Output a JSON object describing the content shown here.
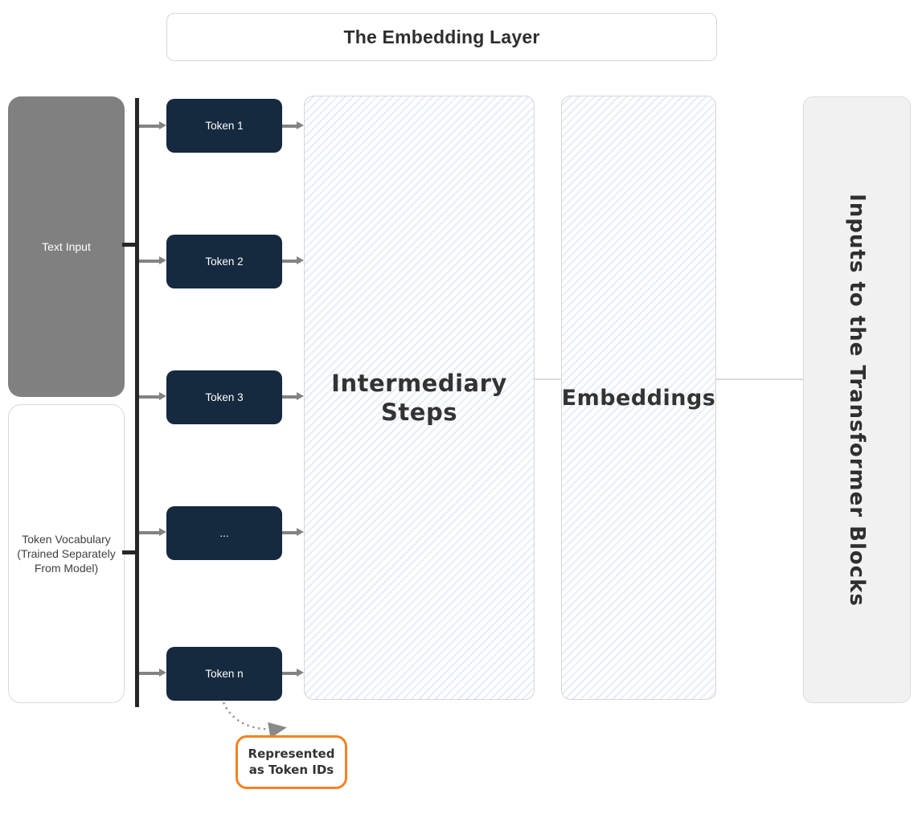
{
  "title": "The Embedding Layer",
  "sources": {
    "text_input": "Text Input",
    "token_vocabulary": "Token Vocabulary (Trained Separately From Model)"
  },
  "tokens": [
    {
      "label": "Token 1"
    },
    {
      "label": "Token 2"
    },
    {
      "label": "Token 3"
    },
    {
      "label": "..."
    },
    {
      "label": "Token n"
    }
  ],
  "panels": {
    "intermediary": "Intermediary Steps",
    "embeddings": "Embeddings",
    "transformer_inputs": "Inputs to the Transformer Blocks"
  },
  "annotation": {
    "token_ids": "Represented as Token IDs"
  },
  "colors": {
    "token_box_navy": "#15293f",
    "source_gray": "#808080",
    "accent_orange": "#f5821f",
    "hatch_blue": "#e4edf8",
    "dark_line": "#262626",
    "arrow_gray": "#838383"
  }
}
